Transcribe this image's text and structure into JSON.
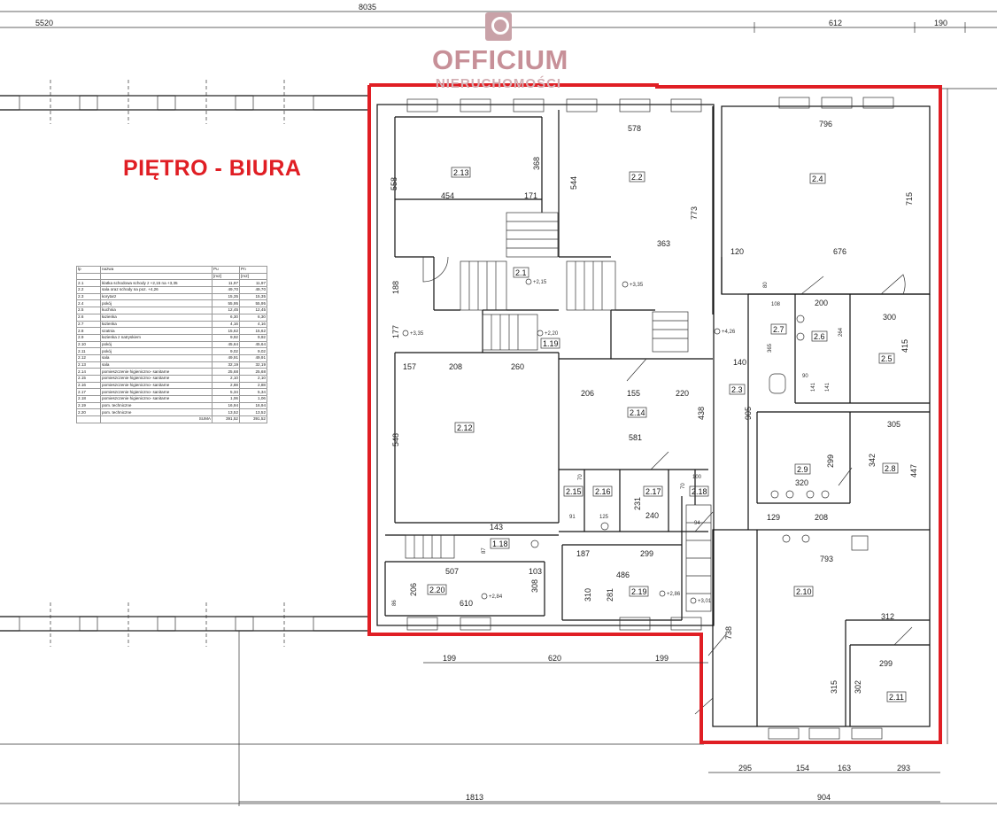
{
  "title": "PIĘTRO - BIURA",
  "logo": {
    "name": "OFFICIUM",
    "subtitle": "NIERUCHOMOŚCI",
    "mark_icon": "house-logo-icon",
    "color": "#c79098"
  },
  "accent_color": "#e01e24",
  "room_table": {
    "headers": [
      "lp",
      "nazwa",
      "Pu",
      "Pn"
    ],
    "units": [
      "",
      "",
      "[m2]",
      "[m2]"
    ],
    "rows": [
      [
        "2.1",
        "klatka schodowa schody z +2,15 na +3,35",
        "11,97",
        "11,97"
      ],
      [
        "2.2",
        "sala oraz schody na poz. +4,26",
        "49,70",
        "49,70"
      ],
      [
        "2.3",
        "korytarz",
        "15,35",
        "15,35"
      ],
      [
        "2.4",
        "pokój",
        "55,95",
        "55,95"
      ],
      [
        "2.5",
        "kuchnia",
        "12,45",
        "12,45"
      ],
      [
        "2.6",
        "łazienka",
        "6,30",
        "6,30"
      ],
      [
        "2.7",
        "łazienka",
        "4,16",
        "4,16"
      ],
      [
        "2.8",
        "szatnia",
        "15,62",
        "15,62"
      ],
      [
        "2.9",
        "łazienka z natryskiem",
        "9,92",
        "9,92"
      ],
      [
        "2.10",
        "pokój",
        "45,64",
        "45,64"
      ],
      [
        "2.11",
        "pokój",
        "9,02",
        "9,02"
      ],
      [
        "2.12",
        "sala",
        "49,91",
        "49,91"
      ],
      [
        "2.13",
        "sala",
        "32,19",
        "32,19"
      ],
      [
        "2.14",
        "pomieszczenie higieniczno- sanitarne",
        "25,68",
        "25,68"
      ],
      [
        "2.15",
        "pomieszczenie higieniczno- sanitarne",
        "2,10",
        "2,10"
      ],
      [
        "2.16",
        "pomieszczenie higieniczno- sanitarne",
        "2,88",
        "2,88"
      ],
      [
        "2.17",
        "pomieszczenie higieniczno- sanitarne",
        "5,34",
        "5,34"
      ],
      [
        "2.18",
        "pomieszczenie higieniczno- sanitarne",
        "1,06",
        "1,06"
      ],
      [
        "2.19",
        "pom. techniczne",
        "16,94",
        "16,94"
      ],
      [
        "2.20",
        "pom. techniczne",
        "13,52",
        "13,52"
      ]
    ],
    "sum_label": "SUMA",
    "sum_pu": "391,52",
    "sum_pn": "391,52"
  },
  "room_labels": [
    "2.1",
    "2.2",
    "2.3",
    "2.4",
    "2.5",
    "2.6",
    "2.7",
    "2.8",
    "2.9",
    "2.10",
    "2.11",
    "2.12",
    "2.13",
    "2.14",
    "2.15",
    "2.16",
    "2.17",
    "2.18",
    "2.19",
    "2.20",
    "1.18",
    "1.19"
  ],
  "levels": [
    "+2,15",
    "+3,35",
    "+2,20",
    "+4,26",
    "+3,35",
    "+2,86",
    "+3,01",
    "+2,84"
  ],
  "dimensions": {
    "top": [
      "5520",
      "8035",
      "612",
      "190"
    ],
    "bottom": [
      "199",
      "620",
      "199",
      "295",
      "154",
      "163",
      "293",
      "1813",
      "904"
    ],
    "horizontal": [
      "454",
      "171",
      "578",
      "796",
      "363",
      "120",
      "676",
      "108",
      "200",
      "300",
      "157",
      "208",
      "260",
      "140",
      "206",
      "155",
      "220",
      "90",
      "305",
      "581",
      "100",
      "320",
      "143",
      "507",
      "103",
      "125",
      "240",
      "91",
      "129",
      "208",
      "793",
      "187",
      "299",
      "486",
      "94",
      "610",
      "312",
      "299"
    ],
    "vertical": [
      "558",
      "368",
      "544",
      "773",
      "715",
      "188",
      "177",
      "548",
      "264",
      "365",
      "415",
      "141",
      "141",
      "905",
      "438",
      "299",
      "342",
      "447",
      "231",
      "310",
      "281",
      "206",
      "308",
      "86",
      "738",
      "315",
      "302",
      "80",
      "70",
      "70",
      "87"
    ]
  }
}
